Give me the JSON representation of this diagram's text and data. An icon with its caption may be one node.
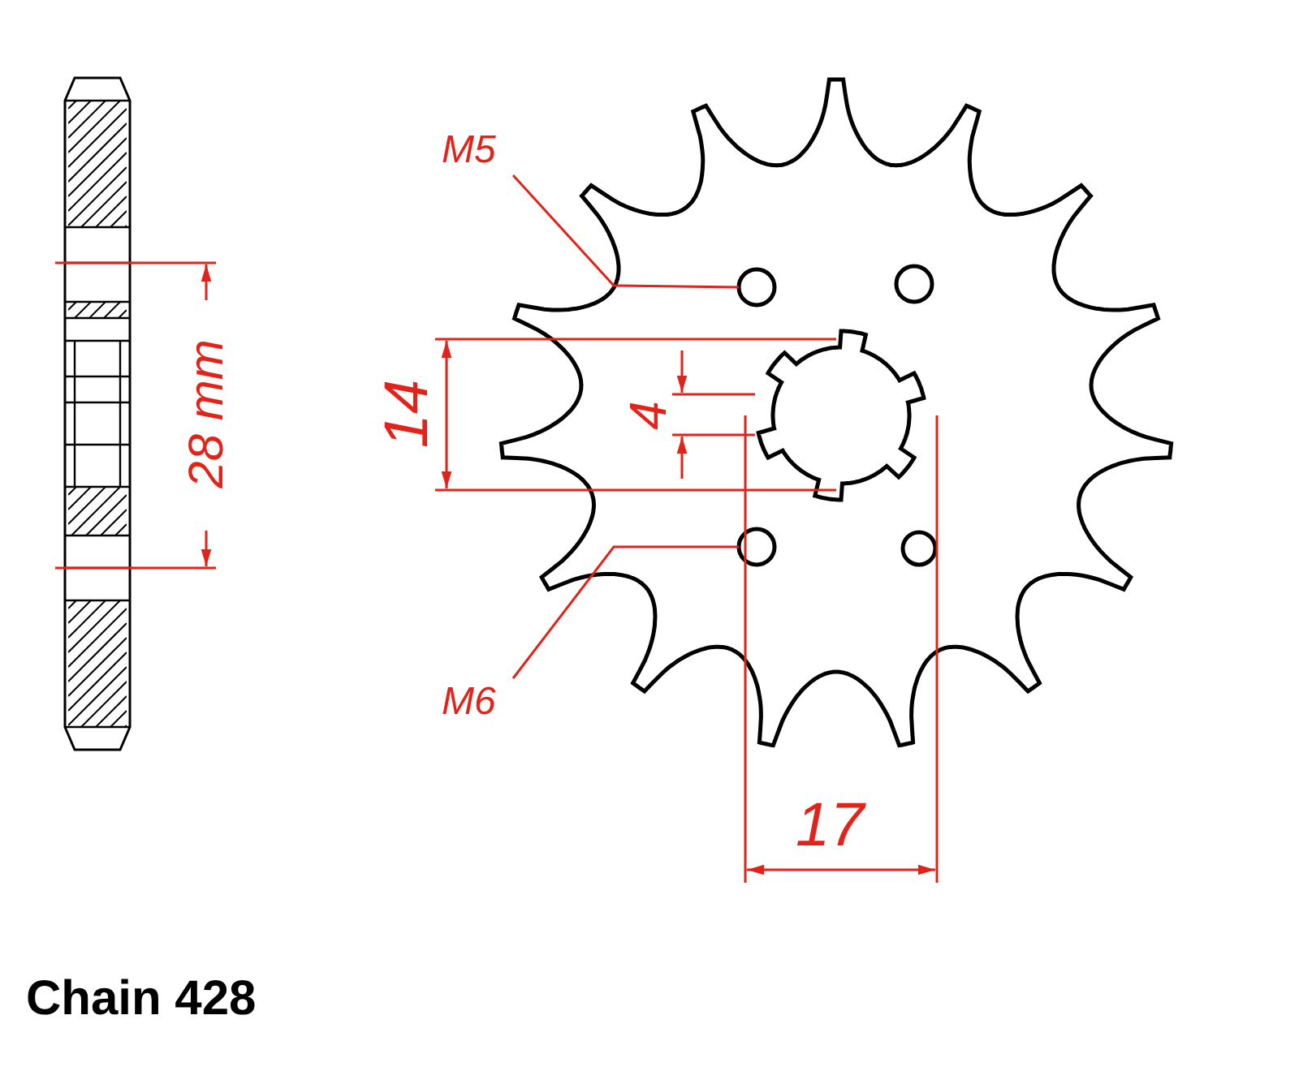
{
  "diagram": {
    "nodes": [
      {
        "text": [
          "M5"
        ]
      },
      {
        "text": [],
        "shape": "circle"
      },
      {
        "text": [
          "M6"
        ]
      },
      {
        "text": [],
        "shape": "circle"
      },
      {
        "text": [],
        "shape": "circle"
      },
      {
        "text": [],
        "shape": "circle"
      }
    ],
    "edges": [
      {
        "from": 0,
        "to": 1,
        "arrow": "none"
      },
      {
        "from": 2,
        "to": 3,
        "arrow": "none"
      }
    ],
    "labels": [
      "28 mm",
      "14",
      "4",
      "17",
      "Chain 428"
    ]
  }
}
